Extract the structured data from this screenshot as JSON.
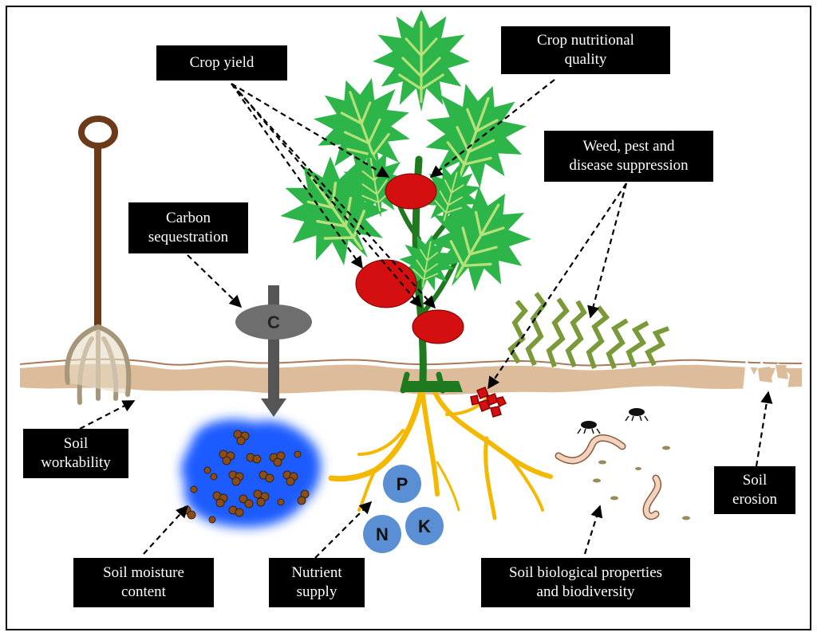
{
  "labels": {
    "crop_yield": "Crop yield",
    "crop_nutritional_quality_1": "Crop nutritional",
    "crop_nutritional_quality_2": "quality",
    "weed_pest_1": "Weed, pest and",
    "weed_pest_2": "disease suppression",
    "carbon_1": "Carbon",
    "carbon_2": "sequestration",
    "soil_workability_1": "Soil",
    "soil_workability_2": "workability",
    "soil_moisture_1": "Soil moisture",
    "soil_moisture_2": "content",
    "nutrient_supply_1": "Nutrient",
    "nutrient_supply_2": "supply",
    "soil_bio_1": "Soil biological properties",
    "soil_bio_2": "and biodiversity",
    "soil_erosion_1": "Soil",
    "soil_erosion_2": "erosion"
  },
  "nutrients": {
    "p": "P",
    "n": "N",
    "k": "K"
  },
  "carbon_symbol": "C",
  "colors": {
    "leaf": "#2db54a",
    "leaf_vein": "#b6e07a",
    "stem": "#1f7a1f",
    "fruit": "#d40f0f",
    "root": "#f5b800",
    "soil_band": "#dcbc9a",
    "water": "#1a5cff",
    "nutrient_circle": "#5b8fd4",
    "grass": "#7a9a3a",
    "fork_handle": "#6b3a1a"
  }
}
